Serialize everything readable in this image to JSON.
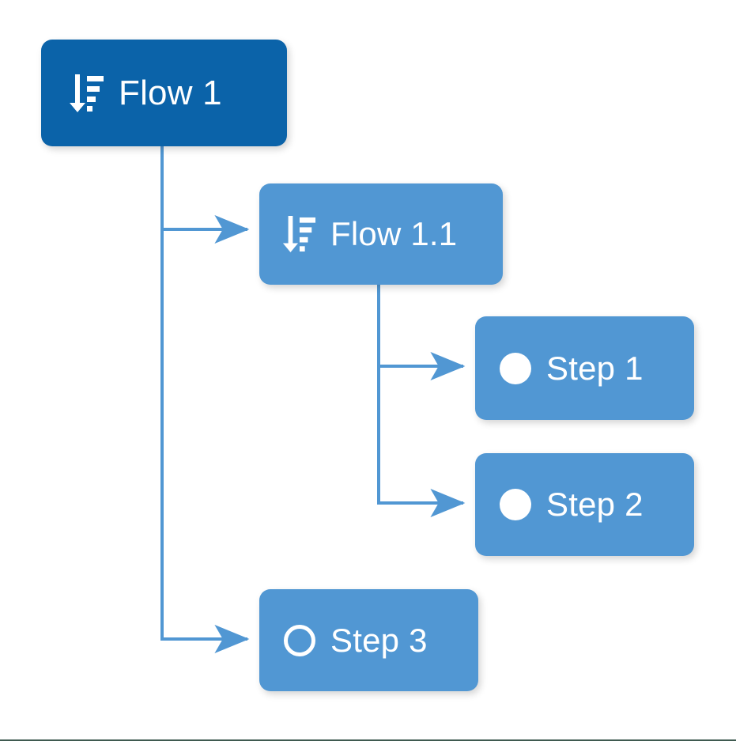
{
  "diagram": {
    "type": "flow-tree",
    "title": "Flow 1",
    "colors": {
      "root_node": "#0b63a9",
      "child_node": "#5197d3",
      "connector": "#5197d3",
      "node_text": "#ffffff",
      "background": "#ffffff",
      "bottom_border": "#3f5a50"
    },
    "nodes": [
      {
        "id": "flow-1",
        "label": "Flow 1",
        "kind": "flow",
        "icon": "sort-descending-icon",
        "level": 0,
        "color": "#0b63a9"
      },
      {
        "id": "flow-1-1",
        "label": "Flow 1.1",
        "kind": "flow",
        "icon": "sort-descending-icon",
        "level": 1,
        "color": "#5197d3"
      },
      {
        "id": "step-1",
        "label": "Step 1",
        "kind": "step",
        "icon": "circle-filled-icon",
        "level": 2,
        "color": "#5197d3"
      },
      {
        "id": "step-2",
        "label": "Step 2",
        "kind": "step",
        "icon": "circle-filled-icon",
        "level": 2,
        "color": "#5197d3"
      },
      {
        "id": "step-3",
        "label": "Step 3",
        "kind": "step",
        "icon": "circle-outline-icon",
        "level": 1,
        "color": "#5197d3"
      }
    ],
    "edges": [
      {
        "id": "edge-flow1-to-flow11",
        "from": "flow-1",
        "to": "flow-1-1",
        "arrow": "block"
      },
      {
        "id": "edge-flow1-to-step3",
        "from": "flow-1",
        "to": "step-3",
        "arrow": "block"
      },
      {
        "id": "edge-flow11-to-step1",
        "from": "flow-1-1",
        "to": "step-1",
        "arrow": "block"
      },
      {
        "id": "edge-flow11-to-step2",
        "from": "flow-1-1",
        "to": "step-2",
        "arrow": "block"
      }
    ]
  }
}
